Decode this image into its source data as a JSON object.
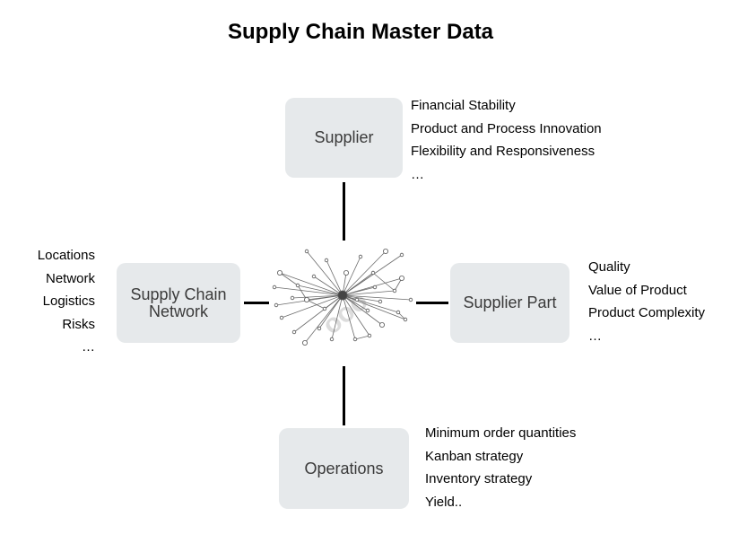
{
  "title": "Supply Chain Master Data",
  "nodes": {
    "supplier": {
      "label": "Supplier",
      "attributes": [
        "Financial Stability",
        "Product and Process Innovation",
        "Flexibility and Responsiveness",
        "…"
      ]
    },
    "network": {
      "label_lines": [
        "Supply Chain",
        "Network"
      ],
      "attributes": [
        "Locations",
        "Network",
        "Logistics",
        "Risks",
        "…"
      ]
    },
    "part": {
      "label": "Supplier Part",
      "attributes": [
        "Quality",
        "Value of Product",
        "Product Complexity",
        "…"
      ]
    },
    "operations": {
      "label": "Operations",
      "attributes": [
        "Minimum order quantities",
        "Kanban strategy",
        "Inventory strategy",
        "Yield.."
      ]
    }
  },
  "colors": {
    "box_fill": "#e6e9eb",
    "box_text": "#3a3a3a",
    "connector": "#000000",
    "hub_graph": "#555555"
  },
  "icons": {
    "hub": "network-graph-icon"
  }
}
